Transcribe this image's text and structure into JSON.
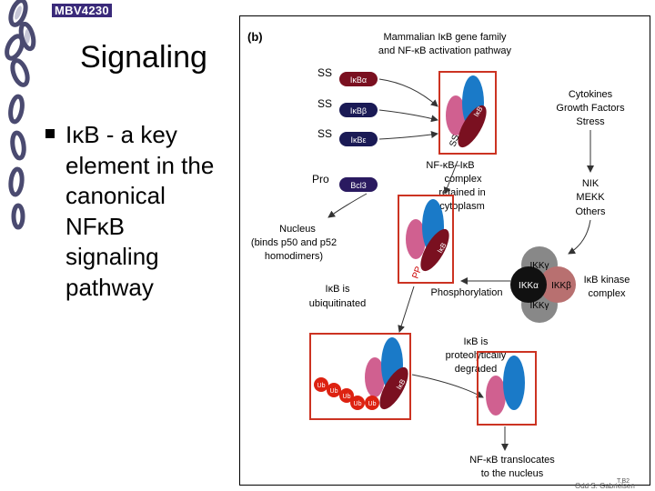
{
  "header": {
    "course_code": "MBV4230"
  },
  "slide": {
    "title": "Signaling",
    "bullet": "IκB - a key element in the canonical NFκB signaling pathway"
  },
  "figure": {
    "panel_label": "(b)",
    "title_line1": "Mammalian IκB gene family",
    "title_line2": "and NF-κB activation pathway",
    "members": [
      {
        "prefix": "SS",
        "label": "IκBα"
      },
      {
        "prefix": "SS",
        "label": "IκBβ"
      },
      {
        "prefix": "SS",
        "label": "IκBε"
      },
      {
        "prefix": "Pro",
        "label": "Bcl3"
      }
    ],
    "stimuli": [
      "Cytokines",
      "Growth Factors",
      "Stress"
    ],
    "kinases": [
      "NIK",
      "MEKK",
      "Others"
    ],
    "complex_label": [
      "NF-κB–IκB",
      "complex",
      "retained in",
      "cytoplasm"
    ],
    "nucleus_label": [
      "Nucleus",
      "(binds p50 and p52",
      "homodimers)"
    ],
    "ikk_subunits": {
      "gamma": "IKKγ",
      "alpha": "IKKα",
      "beta": "IKKβ"
    },
    "ikk_label": [
      "IκB kinase",
      "complex"
    ],
    "phosphorylation_label": "Phosphorylation",
    "ubiquitinated_label": [
      "IκB is",
      "ubiquitinated"
    ],
    "degraded_label": [
      "IκB is",
      "proteolytically",
      "degraded"
    ],
    "translocate_label": [
      "NF-κB translocates",
      "to the nucleus"
    ],
    "protein_labels": {
      "ikb": "IκB",
      "ss": "SS",
      "pp": "PP",
      "ub": "Ub"
    }
  },
  "footer": {
    "credit": "Odd S. Gabrielsen",
    "slide_number": "T.B2"
  },
  "colors": {
    "accent": "#3a2a7a",
    "frame_red": "#cc3322",
    "p50_pink": "#d06090",
    "p65_blue": "#1a7ac8",
    "ikb_dark": "#7a1020",
    "ub_red": "#dd2211"
  }
}
